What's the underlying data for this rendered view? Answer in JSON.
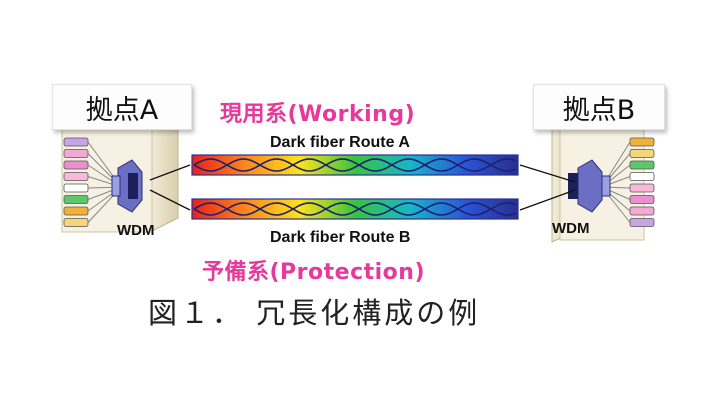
{
  "sites": {
    "a": {
      "label": "拠点A",
      "device": "WDM"
    },
    "b": {
      "label": "拠点B",
      "device": "WDM"
    }
  },
  "routes": {
    "working": {
      "title": "現用系(Working)",
      "fiber": "Dark fiber Route A"
    },
    "protection": {
      "title": "予備系(Protection)",
      "fiber": "Dark fiber Route B"
    }
  },
  "caption": "図１． 冗長化構成の例",
  "colors": {
    "route_title": "#e6399b",
    "fiber_border": "#2b2f8f",
    "wdm": "#6a6fc4"
  },
  "client_ports": {
    "site_a": [
      "#c7a4e6",
      "#f3a9d3",
      "#ea8fd0",
      "#f9b8d9",
      "#ffffff",
      "#5dc86b",
      "#f2b23a",
      "#f6d67a"
    ],
    "site_b": [
      "#f2b23a",
      "#f6d67a",
      "#5dc86b",
      "#ffffff",
      "#f9b8d9",
      "#ea8fd0",
      "#f3a9d3",
      "#c7a4e6"
    ]
  }
}
